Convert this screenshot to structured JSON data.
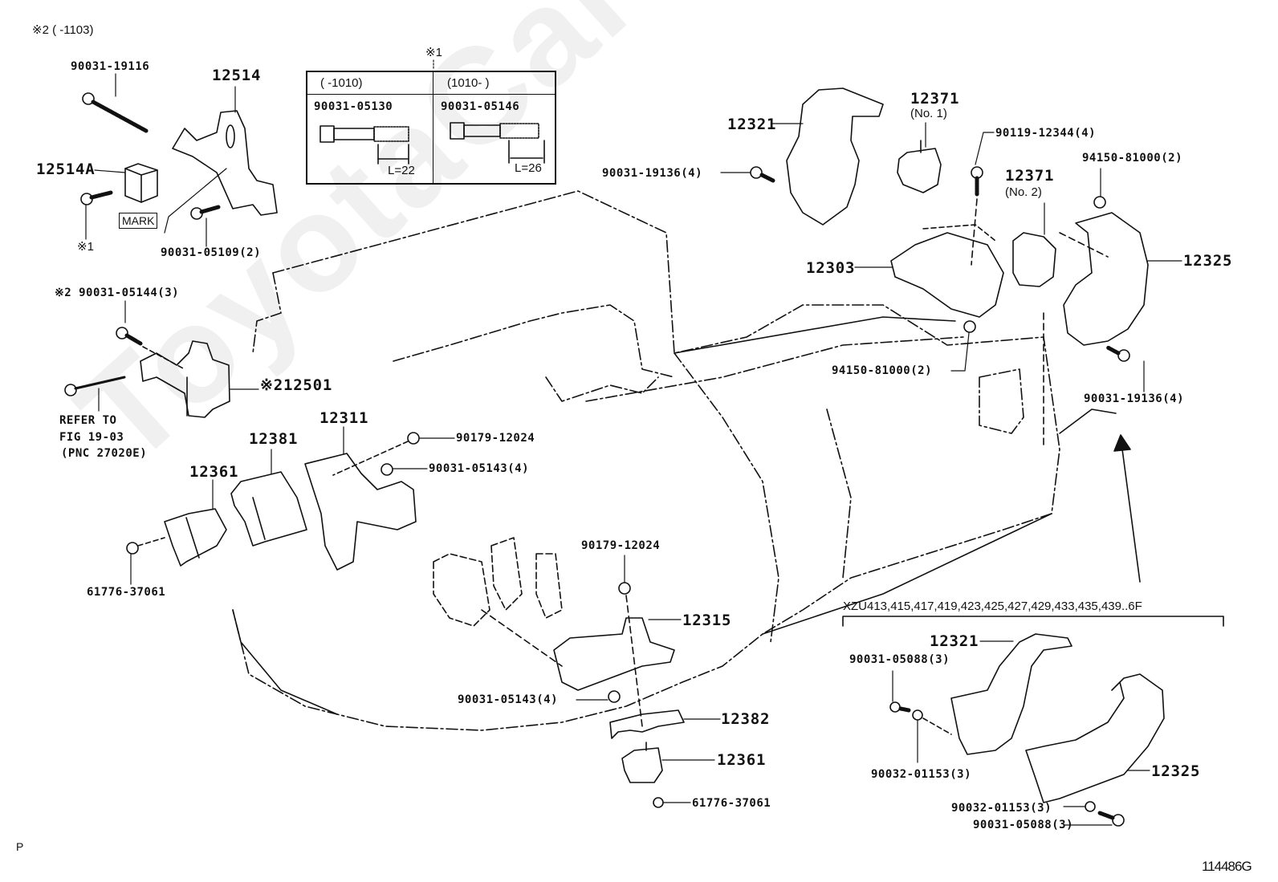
{
  "diagram": {
    "title": "Engine Mounting Parts Diagram",
    "figure_id": "114486G",
    "page_marker": "P",
    "watermark": "ToyotaCarMine.ru",
    "notes": {
      "note2_range": "※2 (      -1103)",
      "note1_marker": "※1"
    },
    "note1_table": {
      "header_marker": "※1",
      "columns": [
        {
          "range": "(      -1010)",
          "part": "90031-05130",
          "length": "L=22"
        },
        {
          "range": "(1010-      )",
          "part": "90031-05146",
          "length": "L=26"
        }
      ]
    },
    "variant_group": {
      "label": "XZU413,415,417,419,423,425,427,429,433,435,439..6F"
    },
    "labels": {
      "p90031_19116": "90031-19116",
      "p12514": "12514",
      "p12514A": "12514A",
      "note1_small": "※1",
      "mark": "MARK",
      "p90031_05109": "90031-05109(2)",
      "p90031_05144": "※2 90031-05144(3)",
      "p12501": "※212501",
      "refer_line1": "REFER TO",
      "refer_line2": "FIG 19-03",
      "refer_line3": "(PNC 27020E)",
      "p12381": "12381",
      "p12361_left": "12361",
      "p61776_left": "61776-37061",
      "p12311": "12311",
      "p90179_top": "90179-12024",
      "p90031_05143_top": "90031-05143(4)",
      "p90179_mid": "90179-12024",
      "p12315": "12315",
      "p90031_05143_mid": "90031-05143(4)",
      "p12382": "12382",
      "p12361_bottom": "12361",
      "p61776_bottom": "61776-37061",
      "p12321": "12321",
      "p90031_19136_top": "90031-19136(4)",
      "p12371_no1": "12371",
      "p12371_no1_sub": "(No. 1)",
      "p90119": "90119-12344(4)",
      "p12371_no2": "12371",
      "p12371_no2_sub": "(No. 2)",
      "p94150_top": "94150-81000(2)",
      "p12325": "12325",
      "p12303": "12303",
      "p94150_mid": "94150-81000(2)",
      "p90031_19136_right": "90031-19136(4)",
      "v_p12321": "12321",
      "v_p90031_05088_a": "90031-05088(3)",
      "v_p90032_01153_a": "90032-01153(3)",
      "v_p12325": "12325",
      "v_p90032_01153_b": "90032-01153(3)",
      "v_p90031_05088_b": "90031-05088(3)"
    }
  }
}
